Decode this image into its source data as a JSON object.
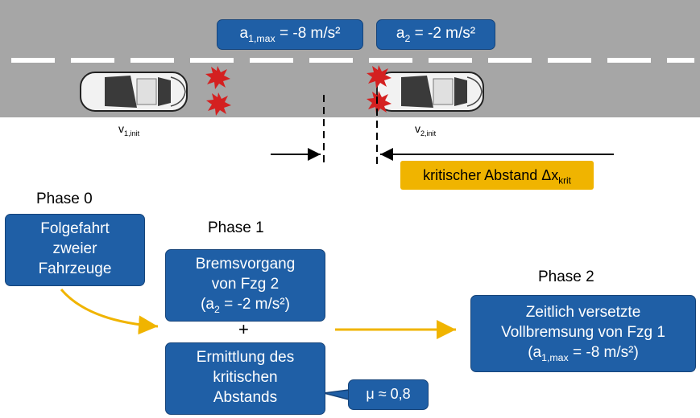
{
  "road": {
    "accel_car1": {
      "base": "a",
      "sub": "1,max",
      "rest": " = -8 m/s²"
    },
    "accel_car2": {
      "base": "a",
      "sub": "2",
      "rest": " = -2 m/s²"
    }
  },
  "vehicles": {
    "v1": {
      "base": "v",
      "sub": "1,init"
    },
    "v2": {
      "base": "v",
      "sub": "2,init"
    }
  },
  "distance": {
    "base": "kritischer Abstand Δx",
    "sub": "krit"
  },
  "phases": {
    "phase0": {
      "label": "Phase 0",
      "lines": [
        "Folgefahrt",
        "zweier",
        "Fahrzeuge"
      ]
    },
    "phase1": {
      "label": "Phase 1",
      "box1": {
        "line1": "Bremsvorgang",
        "line2": "von Fzg 2",
        "line3_pre": "(a",
        "line3_sub": "2",
        "line3_post": " = -2 m/s²)"
      },
      "plus": "+",
      "box2": {
        "lines": [
          "Ermittlung des",
          "kritischen",
          "Abstands"
        ]
      },
      "mu": "μ ≈ 0,8"
    },
    "phase2": {
      "label": "Phase 2",
      "line1": "Zeitlich versetzte",
      "line2": "Vollbremsung von Fzg 1",
      "line3_pre": "(a",
      "line3_sub": "1,max",
      "line3_post": " = -8 m/s²)"
    }
  },
  "colors": {
    "box_blue": "#1f5fa6",
    "arrow_yellow": "#f0b400",
    "road_gray": "#a6a6a6",
    "impact_red": "#d42020"
  },
  "icons": [
    "car-icon",
    "impact-burst-icon"
  ]
}
